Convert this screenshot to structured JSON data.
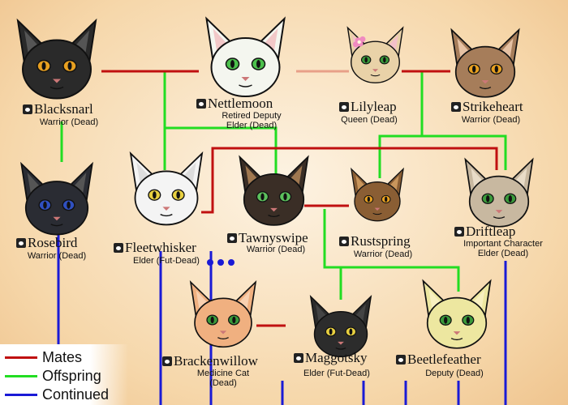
{
  "colors": {
    "mates": "#c01010",
    "offspring": "#22dd22",
    "continued": "#1a1ad6",
    "mates_faded": "#e8a088"
  },
  "legend": [
    {
      "label": "Mates",
      "color": "#c01010"
    },
    {
      "label": "Offspring",
      "color": "#22dd22"
    },
    {
      "label": "Continued",
      "color": "#1a1ad6"
    }
  ],
  "cats": [
    {
      "id": "blacksnarl",
      "name": "Blacksnarl",
      "role": [
        "Warrior (Dead)"
      ],
      "fur": "#2a2a2a",
      "inner": "#555",
      "eye": "#e8a020"
    },
    {
      "id": "nettlemoon",
      "name": "Nettlemoon",
      "role": [
        "Retired Deputy",
        "Elder (Dead)"
      ],
      "fur": "#f4f6ef",
      "inner": "#f2c8c8",
      "eye": "#4cc04c"
    },
    {
      "id": "lilyleap",
      "name": "Lilyleap",
      "role": [
        "Queen (Dead)"
      ],
      "fur": "#e9d2a8",
      "inner": "#f3c0c8",
      "eye": "#3a9a3a",
      "flower": true
    },
    {
      "id": "strikeheart",
      "name": "Strikeheart",
      "role": [
        "Warrior (Dead)"
      ],
      "fur": "#a67d5a",
      "inner": "#e6c2a4",
      "eye": "#e8a020"
    },
    {
      "id": "rosebird",
      "name": "Rosebird",
      "role": [
        "Warrior (Dead)"
      ],
      "fur": "#2a2c33",
      "inner": "#555",
      "eye": "#3050c0"
    },
    {
      "id": "fleetwhisker",
      "name": "Fleetwhisker",
      "role": [
        "Elder (Fut-Dead)"
      ],
      "fur": "#f4f4f4",
      "inner": "#ddd",
      "eye": "#e8d040"
    },
    {
      "id": "tawnyswipe",
      "name": "Tawnyswipe",
      "role": [
        "Warrior (Dead)"
      ],
      "fur": "#3a2e26",
      "inner": "#a07850",
      "eye": "#5cc05c"
    },
    {
      "id": "rustspring",
      "name": "Rustspring",
      "role": [
        "Warrior (Dead)"
      ],
      "fur": "#8a5e34",
      "inner": "#c9965c",
      "eye": "#e8a020"
    },
    {
      "id": "driftleap",
      "name": "Driftleap",
      "role": [
        "Important Character",
        "Elder (Dead)"
      ],
      "fur": "#c8b8a0",
      "inner": "#e9dcc8",
      "eye": "#3a9a3a"
    },
    {
      "id": "brackenwillow",
      "name": "Brackenwillow",
      "role": [
        "Medicine Cat",
        "(Dead)"
      ],
      "fur": "#f0b080",
      "inner": "#f8d0b0",
      "eye": "#3a9a3a"
    },
    {
      "id": "maggotsky",
      "name": "Maggotsky",
      "role": [
        "Elder (Fut-Dead)"
      ],
      "fur": "#2c2c2c",
      "inner": "#444",
      "eye": "#e8d040"
    },
    {
      "id": "beetlefeather",
      "name": "Beetlefeather",
      "role": [
        "Deputy (Dead)"
      ],
      "fur": "#ede7a0",
      "inner": "#f8f0c0",
      "eye": "#3a9a3a"
    }
  ]
}
